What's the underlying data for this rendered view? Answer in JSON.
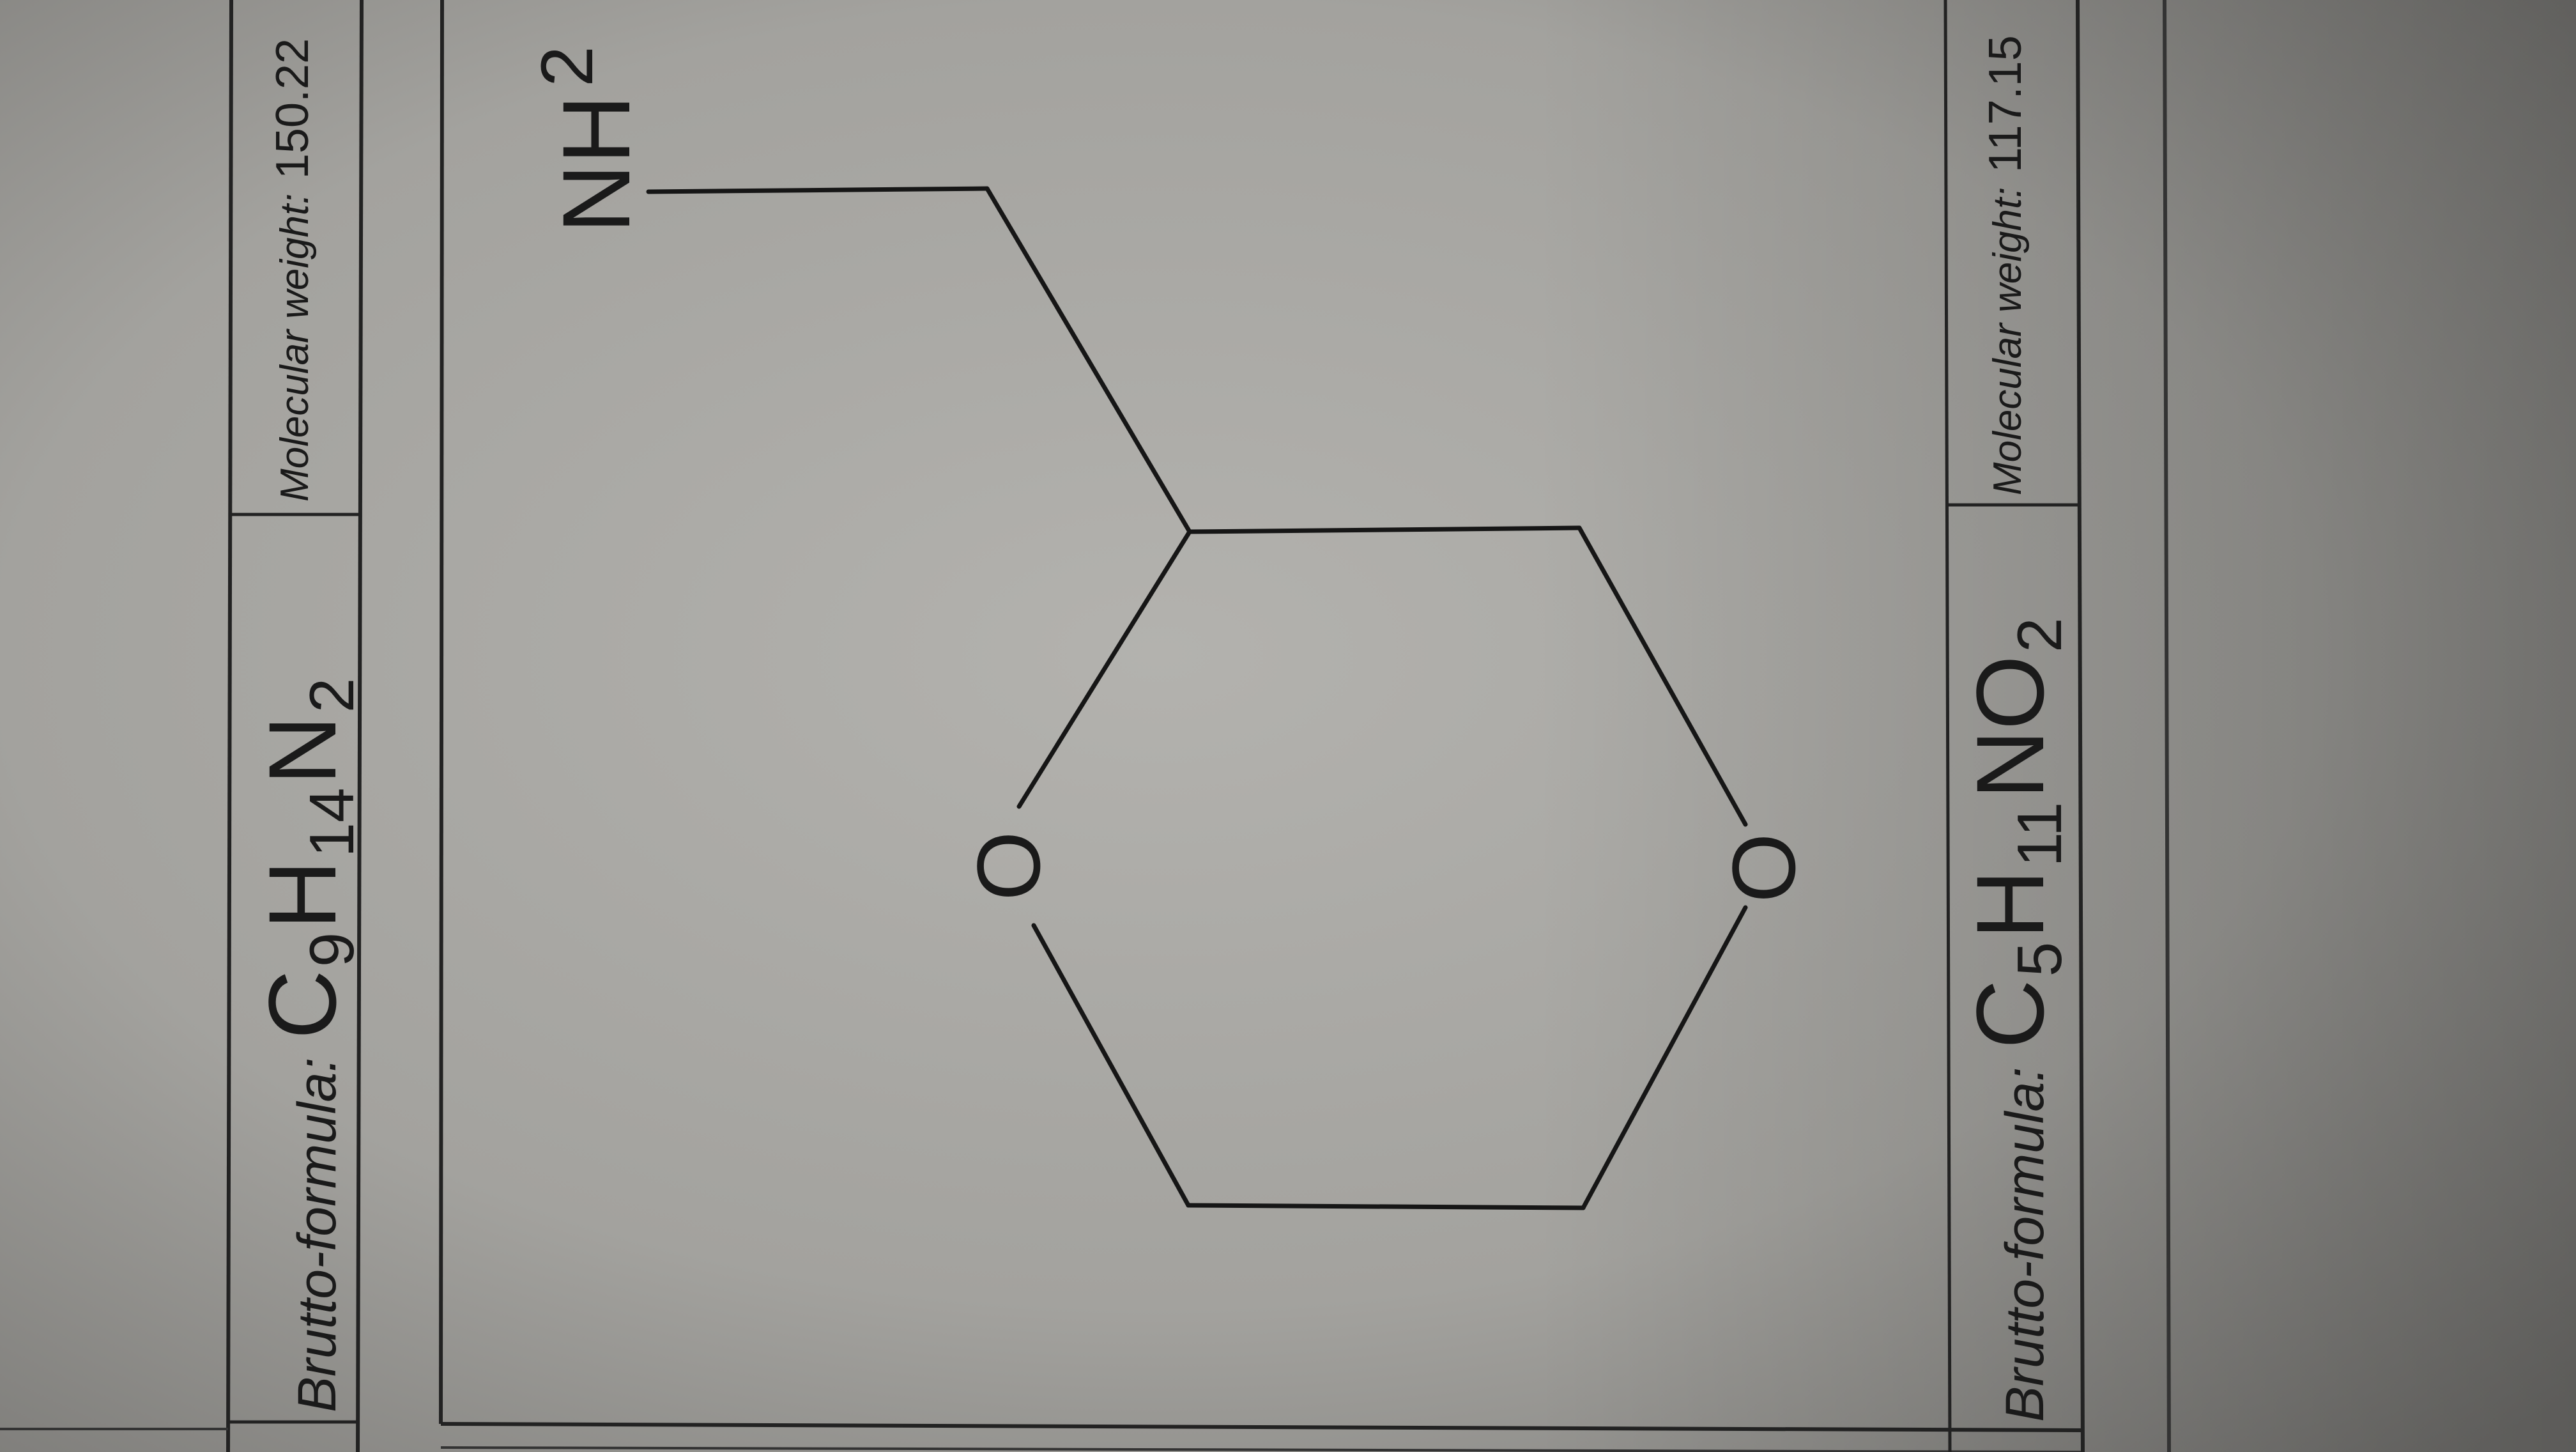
{
  "card_top": {
    "brutto_label": "Brutto-formula:",
    "formula": {
      "c": "C",
      "c_sub": "9",
      "h": "H",
      "h_sub": "14",
      "n": "N",
      "n_sub": "2"
    },
    "mw_label": "Molecular weight:",
    "mw_value": "150.22"
  },
  "card_main": {
    "structure": {
      "atom_o_left": "O",
      "atom_o_right": "O",
      "group_nh": "NH",
      "group_nh_sub": "2"
    },
    "brutto_label": "Brutto-formula:",
    "formula": {
      "c": "C",
      "c_sub": "5",
      "h": "H",
      "h_sub": "11",
      "no": "NO",
      "no_sub": "2"
    },
    "mw_label": "Molecular weight:",
    "mw_value": "117.15"
  },
  "colors": {
    "paper_light": "#b2b1ad",
    "paper_dark": "#6e6d6a",
    "ink": "#1a1a1a"
  }
}
